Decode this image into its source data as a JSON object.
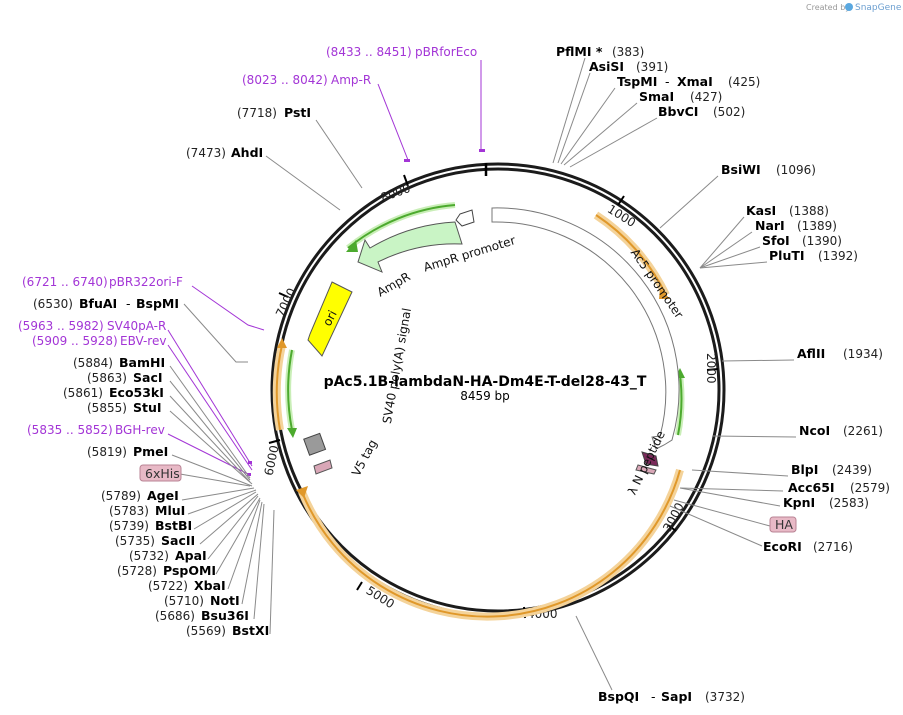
{
  "watermark": {
    "created_by": "Created by",
    "brand": "SnapGene"
  },
  "plasmid": {
    "name": "pAc5.1B-lambdaN-HA-Dm4E-T-del28-43_T",
    "length": "8459 bp"
  },
  "ticks": [
    "1000",
    "2000",
    "3000",
    "4000",
    "5000",
    "6000",
    "7000",
    "8000"
  ],
  "features": {
    "ampr_promoter": "AmpR promoter",
    "ampr": "AmpR",
    "ac5_promoter": "Ac5 promoter",
    "ori": "ori",
    "sv40": "SV40 poly(A) signal",
    "v5": "V5 tag",
    "lambda_n": "λ N peptide",
    "tag_6xhis": "6xHis",
    "tag_ha": "HA"
  },
  "primers": [
    {
      "range": "(8433 .. 8451)",
      "name": "pBRforEco"
    },
    {
      "range": "(8023 .. 8042)",
      "name": "Amp-R"
    },
    {
      "range": "(6721 .. 6740)",
      "name": "pBR322ori-F"
    },
    {
      "range": "(5963 .. 5982)",
      "name": "SV40pA-R"
    },
    {
      "range": "(5909 .. 5928)",
      "name": "EBV-rev"
    },
    {
      "range": "(5835 .. 5852)",
      "name": "BGH-rev"
    }
  ],
  "sites_right": [
    {
      "name": "PflMI *",
      "pos": "(383)"
    },
    {
      "name": "AsiSI",
      "pos": "(391)"
    },
    {
      "name": "TspMI",
      "sep": "-",
      "name2": "XmaI",
      "pos": "(425)"
    },
    {
      "name": "SmaI",
      "pos": "(427)"
    },
    {
      "name": "BbvCI",
      "pos": "(502)"
    },
    {
      "name": "BsiWI",
      "pos": "(1096)"
    },
    {
      "name": "KasI",
      "pos": "(1388)"
    },
    {
      "name": "NarI",
      "pos": "(1389)"
    },
    {
      "name": "SfoI",
      "pos": "(1390)"
    },
    {
      "name": "PluTI",
      "pos": "(1392)"
    },
    {
      "name": "AflII",
      "pos": "(1934)"
    },
    {
      "name": "NcoI",
      "pos": "(2261)"
    },
    {
      "name": "BlpI",
      "pos": "(2439)"
    },
    {
      "name": "Acc65I",
      "pos": "(2579)"
    },
    {
      "name": "KpnI",
      "pos": "(2583)"
    },
    {
      "name": "EcoRI",
      "pos": "(2716)"
    },
    {
      "name": "BspQI",
      "sep": "-",
      "name2": "SapI",
      "pos": "(3732)"
    }
  ],
  "sites_left": [
    {
      "pos": "(7718)",
      "name": "PstI"
    },
    {
      "pos": "(7473)",
      "name": "AhdI"
    },
    {
      "pos": "(6530)",
      "name": "BfuAI",
      "sep": "-",
      "name2": "BspMI"
    },
    {
      "pos": "(5884)",
      "name": "BamHI"
    },
    {
      "pos": "(5863)",
      "name": "SacI"
    },
    {
      "pos": "(5861)",
      "name": "Eco53kI"
    },
    {
      "pos": "(5855)",
      "name": "StuI"
    },
    {
      "pos": "(5819)",
      "name": "PmeI"
    },
    {
      "pos": "(5789)",
      "name": "AgeI"
    },
    {
      "pos": "(5783)",
      "name": "MluI"
    },
    {
      "pos": "(5739)",
      "name": "BstBI"
    },
    {
      "pos": "(5735)",
      "name": "SacII"
    },
    {
      "pos": "(5732)",
      "name": "ApaI"
    },
    {
      "pos": "(5728)",
      "name": "PspOMI"
    },
    {
      "pos": "(5722)",
      "name": "XbaI"
    },
    {
      "pos": "(5710)",
      "name": "NotI"
    },
    {
      "pos": "(5686)",
      "name": "Bsu36I"
    },
    {
      "pos": "(5569)",
      "name": "BstXI"
    }
  ],
  "colors": {
    "primer": "#a335d6",
    "orf_orange": "#e0982a",
    "green_arrow": "#4caa2e",
    "tag_pink": "#d9a7b7",
    "ori_yellow": "#ffff00",
    "lambda_purple": "#7a2a5a"
  }
}
